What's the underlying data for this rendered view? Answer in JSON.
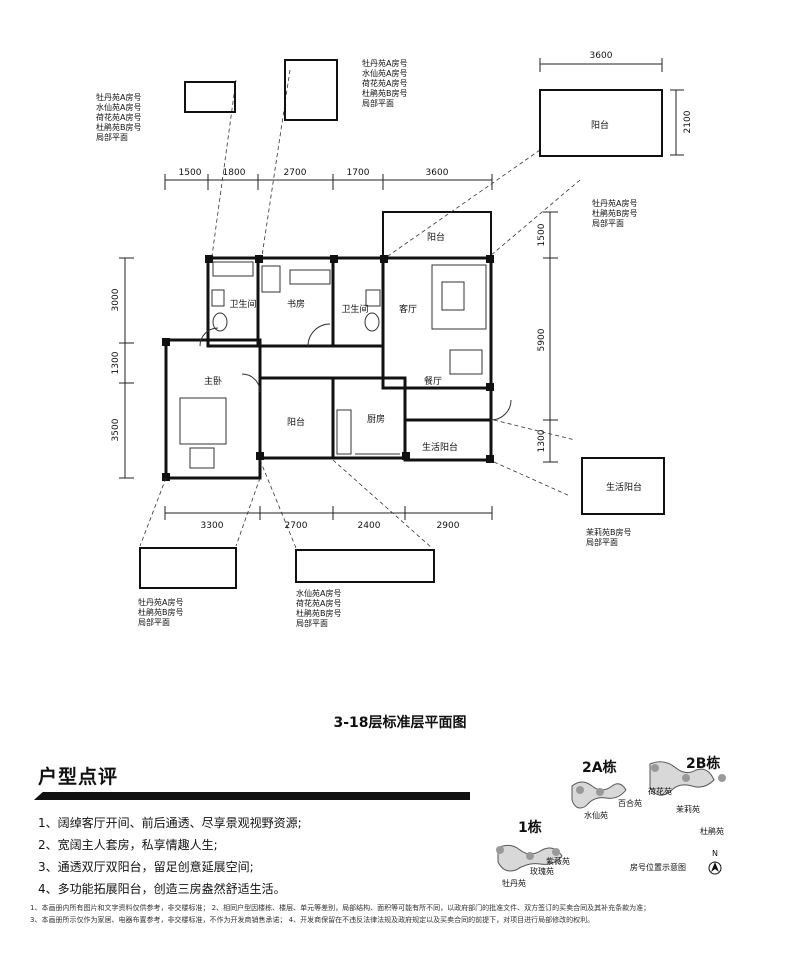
{
  "plan": {
    "caption": "3-18层标准层平面图",
    "dims_top": [
      "1500",
      "1800",
      "2700",
      "1700",
      "3600"
    ],
    "dims_bottom": [
      "3300",
      "2700",
      "2400",
      "2900"
    ],
    "dims_left": [
      "3000",
      "1300",
      "3500"
    ],
    "dims_right": [
      "1500",
      "5900",
      "1300"
    ],
    "inset_balcony_width": "3600",
    "inset_balcony_depth": "2100",
    "rooms": {
      "master_bath": "卫生间",
      "study": "书房",
      "bath2": "卫生间",
      "living": "客厅",
      "balcony_top": "阳台",
      "master_bed": "主卧",
      "balcony_mid": "阳台",
      "kitchen": "厨房",
      "dining": "餐厅",
      "utility_balcony": "生活阳台",
      "inset_balcony": "阳台",
      "inset_utility_balcony": "生活阳台"
    },
    "notes": {
      "top_left": [
        "牡丹苑A房号",
        "水仙苑A房号",
        "荷花苑A房号",
        "杜鹃苑B房号",
        "局部平面"
      ],
      "top_mid": [
        "牡丹苑A房号",
        "水仙苑A房号",
        "荷花苑A房号",
        "杜鹃苑B房号",
        "局部平面"
      ],
      "right_top": [
        "牡丹苑A房号",
        "杜鹃苑B房号",
        "局部平面"
      ],
      "right_mid": [
        "茉莉苑B房号",
        "局部平面"
      ],
      "bottom_left": [
        "牡丹苑A房号",
        "杜鹃苑B房号",
        "局部平面"
      ],
      "bottom_mid": [
        "水仙苑A房号",
        "荷花苑A房号",
        "杜鹃苑B房号",
        "局部平面"
      ]
    }
  },
  "commentary": {
    "title": "户型点评",
    "points": [
      "1、阔绰客厅开间、前后通透、尽享景观视野资源;",
      "2、宽阔主人套房，私享情趣人生;",
      "3、通透双厅双阳台，留足创意延展空间;",
      "4、多功能拓展阳台，创造三房盎然舒适生活。"
    ],
    "footnotes": [
      "1、本画册内所有图片和文字资料仅供参考，非交楼标准；  2、相同户型因楼栋、楼层、单元等差别，局部结构、面积等可能有所不同，以政府部门的批准文件、双方签订的买卖合同及其补充条款为准；",
      "3、本画册所示仅作为家居、电器布置参考，非交楼标准，不作为开发商销售承诺；  4、开发商保留在不违反法律法规及政府规定以及买卖合同的前提下，对项目进行局部修改的权利。"
    ]
  },
  "keymap": {
    "buildings": [
      "2A栋",
      "2B栋",
      "1栋"
    ],
    "names": [
      "百合苑",
      "水仙苑",
      "荷花苑",
      "茉莉苑",
      "杜鹃苑",
      "紫薇苑",
      "玫瑰苑",
      "牡丹苑"
    ],
    "label": "房号位置示意图",
    "north": "N"
  }
}
